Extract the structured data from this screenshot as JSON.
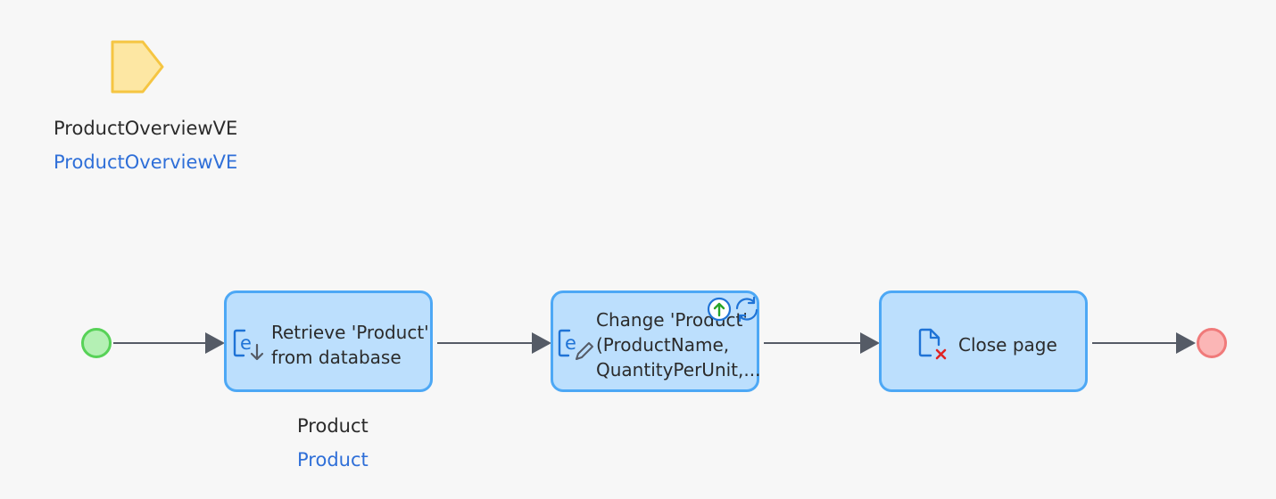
{
  "parameter": {
    "name": "ProductOverviewVE",
    "type": "ProductOverviewVE",
    "color": "#fde7a3",
    "border_color": "#f5c542",
    "icon": "parameter-icon"
  },
  "events": {
    "start": {
      "color": "#b4f0b4",
      "border_color": "#57d257"
    },
    "end": {
      "color": "#fbb6b6",
      "border_color": "#f07a7a"
    }
  },
  "activities": [
    {
      "text": "Retrieve 'Product'\nfrom database",
      "icon": "retrieve-object-icon",
      "output_name": "Product",
      "output_type": "Product"
    },
    {
      "text": "Change 'Product'\n(ProductName,\nQuantityPerUnit,...",
      "icon": "change-object-icon",
      "badges": [
        "commit-icon",
        "refresh-icon"
      ]
    },
    {
      "text": "Close page",
      "icon": "close-page-icon"
    }
  ],
  "colors": {
    "activity_fill": "#bcdffd",
    "activity_border": "#4da8f5",
    "flow_line": "#555b66",
    "link_text": "#2f6fd8"
  }
}
